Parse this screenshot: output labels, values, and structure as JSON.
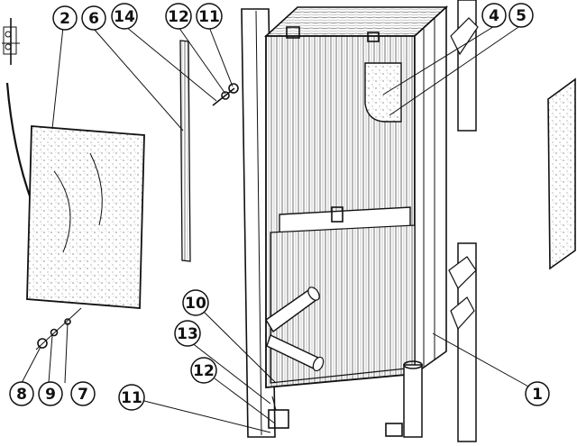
{
  "callouts": [
    {
      "id": "c1",
      "text": "1"
    },
    {
      "id": "c2",
      "text": "2"
    },
    {
      "id": "c4",
      "text": "4"
    },
    {
      "id": "c5",
      "text": "5"
    },
    {
      "id": "c6",
      "text": "6"
    },
    {
      "id": "c7",
      "text": "7"
    },
    {
      "id": "c8",
      "text": "8"
    },
    {
      "id": "c9",
      "text": "9"
    },
    {
      "id": "c10",
      "text": "10"
    },
    {
      "id": "c11a",
      "text": "11"
    },
    {
      "id": "c11b",
      "text": "11"
    },
    {
      "id": "c12a",
      "text": "12"
    },
    {
      "id": "c12b",
      "text": "12"
    },
    {
      "id": "c13",
      "text": "13"
    },
    {
      "id": "c14",
      "text": "14"
    }
  ],
  "colors": {
    "ink": "#111111",
    "paper": "#ffffff"
  }
}
